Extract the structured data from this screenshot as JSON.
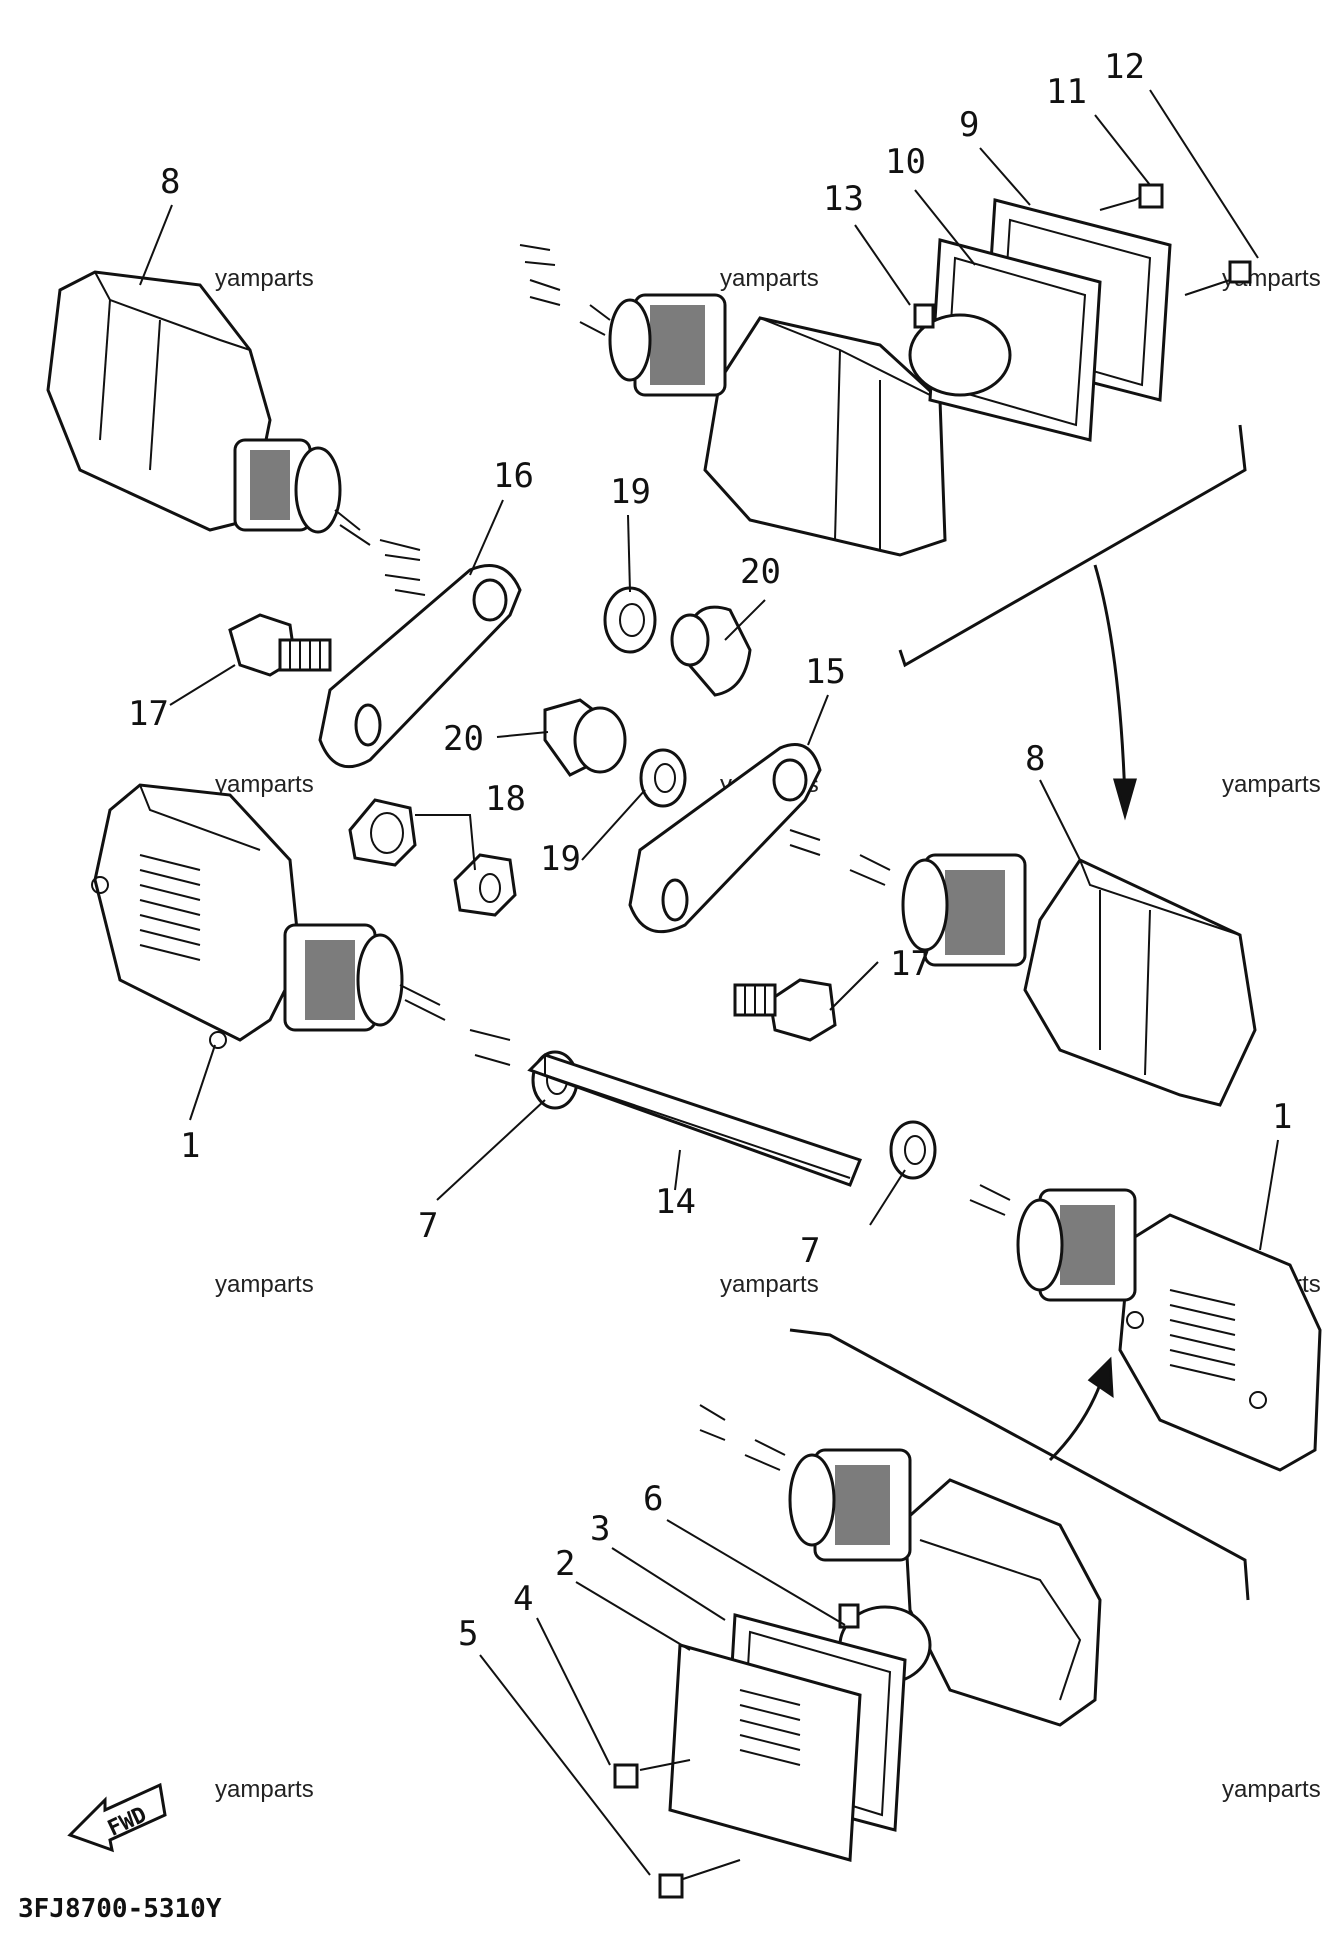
{
  "diagram": {
    "code": "3FJ8700-5310Y",
    "watermark": "yamparts",
    "fwd_label": "FWD",
    "labels": {
      "p1a": "1",
      "p1b": "1",
      "p2": "2",
      "p3": "3",
      "p4": "4",
      "p5": "5",
      "p6": "6",
      "p7a": "7",
      "p7b": "7",
      "p8a": "8",
      "p8b": "8",
      "p9": "9",
      "p10": "10",
      "p11": "11",
      "p12": "12",
      "p13": "13",
      "p14": "14",
      "p15": "15",
      "p16": "16",
      "p17a": "17",
      "p17b": "17",
      "p18": "18",
      "p19a": "19",
      "p19b": "19",
      "p20a": "20",
      "p20b": "20"
    }
  }
}
